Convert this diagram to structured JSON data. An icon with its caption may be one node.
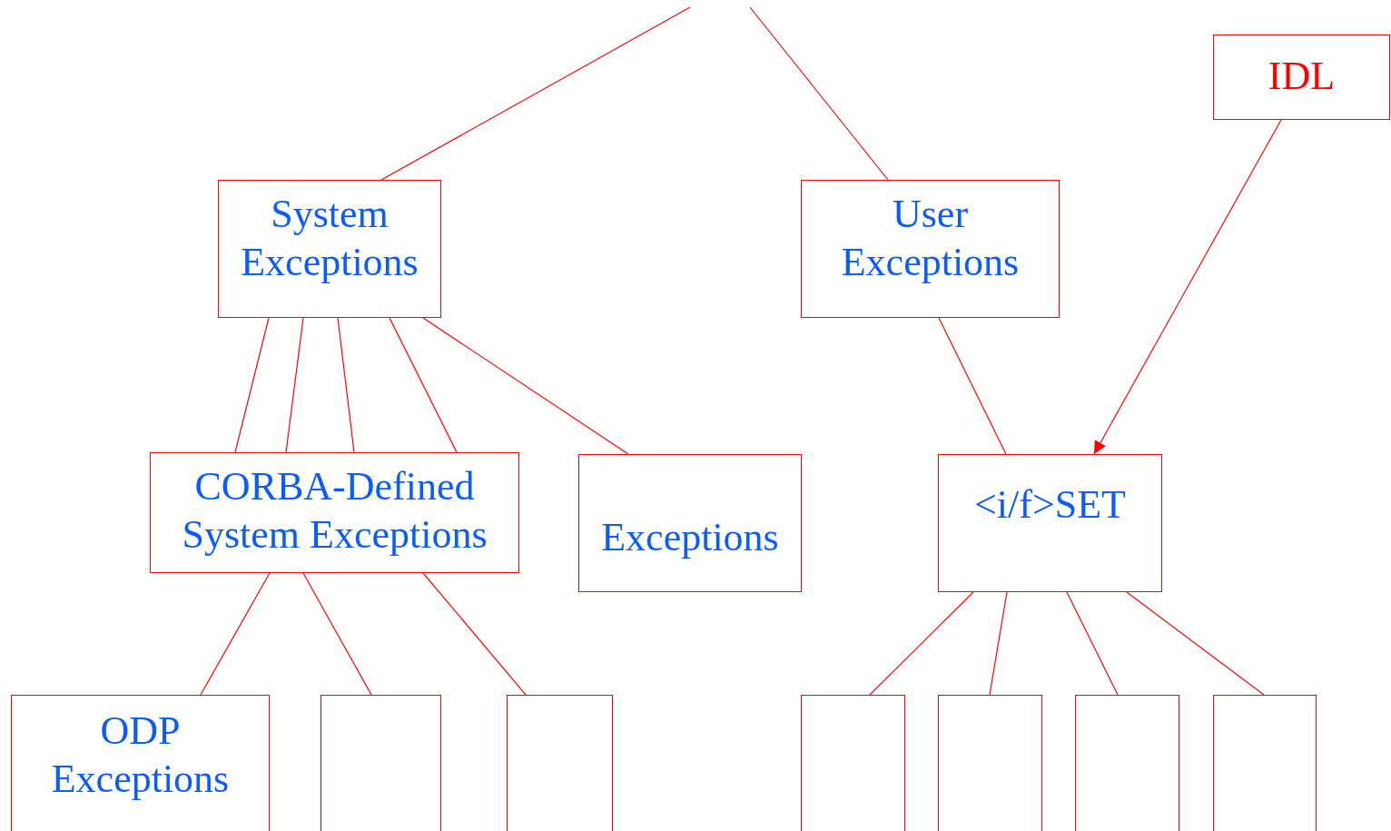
{
  "diagram": {
    "nodes": [
      {
        "text": [
          "System Exceptions"
        ]
      },
      {
        "text": [
          "User Exceptions"
        ]
      },
      {
        "text": [
          "IDL"
        ]
      },
      {
        "text": [
          "CORBA-Defined System Exceptions"
        ]
      },
      {
        "text": [
          "Exceptions"
        ]
      },
      {
        "text": [
          "<i/f>SET"
        ]
      },
      {
        "text": [
          "ODP Exceptions"
        ]
      },
      {
        "text": [],
        "shape": "box"
      },
      {
        "text": [],
        "shape": "box"
      },
      {
        "text": [],
        "shape": "box"
      },
      {
        "text": [],
        "shape": "box"
      },
      {
        "text": [],
        "shape": "box"
      },
      {
        "text": [],
        "shape": "box"
      }
    ],
    "edges": [
      {
        "from": null,
        "to": 0,
        "arrow": "none"
      },
      {
        "from": null,
        "to": 1,
        "arrow": "none"
      },
      {
        "from": 2,
        "to": 5,
        "arrow": "to"
      },
      {
        "from": 0,
        "to": 3,
        "arrow": "none"
      },
      {
        "from": 0,
        "to": 3,
        "arrow": "none"
      },
      {
        "from": 0,
        "to": 3,
        "arrow": "none"
      },
      {
        "from": 0,
        "to": 3,
        "arrow": "none"
      },
      {
        "from": 0,
        "to": 4,
        "arrow": "none"
      },
      {
        "from": 1,
        "to": 5,
        "arrow": "none"
      },
      {
        "from": 3,
        "to": 6,
        "arrow": "none"
      },
      {
        "from": 3,
        "to": 7,
        "arrow": "none"
      },
      {
        "from": 3,
        "to": 8,
        "arrow": "none"
      },
      {
        "from": 5,
        "to": 9,
        "arrow": "none"
      },
      {
        "from": 5,
        "to": 10,
        "arrow": "none"
      },
      {
        "from": 5,
        "to": 11,
        "arrow": "none"
      },
      {
        "from": 5,
        "to": 12,
        "arrow": "none"
      }
    ]
  }
}
